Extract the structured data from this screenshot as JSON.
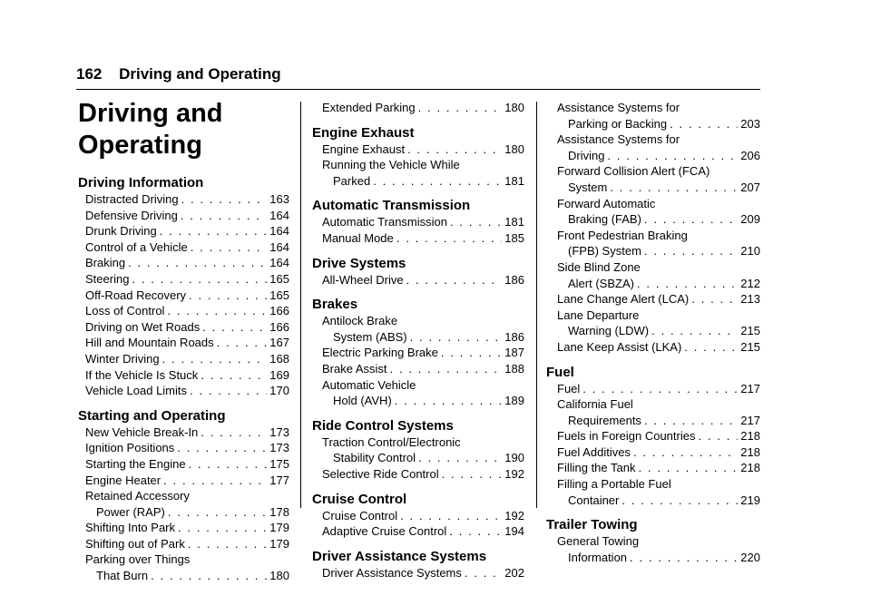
{
  "header": {
    "page_number": "162",
    "title": "Driving and Operating"
  },
  "chapter_title": "Driving and Operating",
  "columns": [
    [
      {
        "section": "Driving Information",
        "entries": [
          {
            "text": "Distracted Driving",
            "page": "163"
          },
          {
            "text": "Defensive Driving",
            "page": "164"
          },
          {
            "text": "Drunk Driving",
            "page": "164"
          },
          {
            "text": "Control of a Vehicle",
            "page": "164"
          },
          {
            "text": "Braking",
            "page": "164"
          },
          {
            "text": "Steering",
            "page": "165"
          },
          {
            "text": "Off-Road Recovery",
            "page": "165"
          },
          {
            "text": "Loss of Control",
            "page": "166"
          },
          {
            "text": "Driving on Wet Roads",
            "page": "166"
          },
          {
            "text": "Hill and Mountain Roads",
            "page": "167"
          },
          {
            "text": "Winter Driving",
            "page": "168"
          },
          {
            "text": "If the Vehicle Is Stuck",
            "page": "169"
          },
          {
            "text": "Vehicle Load Limits",
            "page": "170"
          }
        ]
      },
      {
        "section": "Starting and Operating",
        "entries": [
          {
            "text": "New Vehicle Break-In",
            "page": "173"
          },
          {
            "text": "Ignition Positions",
            "page": "173"
          },
          {
            "text": "Starting the Engine",
            "page": "175"
          },
          {
            "text": "Engine Heater",
            "page": "177"
          },
          {
            "first": "Retained Accessory",
            "text": "Power (RAP)",
            "page": "178"
          },
          {
            "text": "Shifting Into Park",
            "page": "179"
          },
          {
            "text": "Shifting out of Park",
            "page": "179"
          },
          {
            "first": "Parking over Things",
            "text": "That Burn",
            "page": "180"
          }
        ]
      }
    ],
    [
      {
        "section": "",
        "entries": [
          {
            "text": "Extended Parking",
            "page": "180"
          }
        ]
      },
      {
        "section": "Engine Exhaust",
        "entries": [
          {
            "text": "Engine Exhaust",
            "page": "180"
          },
          {
            "first": "Running the Vehicle While",
            "text": "Parked",
            "page": "181"
          }
        ]
      },
      {
        "section": "Automatic Transmission",
        "entries": [
          {
            "text": "Automatic Transmission",
            "page": "181"
          },
          {
            "text": "Manual Mode",
            "page": "185"
          }
        ]
      },
      {
        "section": "Drive Systems",
        "entries": [
          {
            "text": "All-Wheel Drive",
            "page": "186"
          }
        ]
      },
      {
        "section": "Brakes",
        "entries": [
          {
            "first": "Antilock Brake",
            "text": "System (ABS)",
            "page": "186"
          },
          {
            "text": "Electric Parking Brake",
            "page": "187"
          },
          {
            "text": "Brake Assist",
            "page": "188"
          },
          {
            "first": "Automatic Vehicle",
            "text": "Hold (AVH)",
            "page": "189"
          }
        ]
      },
      {
        "section": "Ride Control Systems",
        "entries": [
          {
            "first": "Traction Control/Electronic",
            "text": "Stability Control",
            "page": "190"
          },
          {
            "text": "Selective Ride Control",
            "page": "192"
          }
        ]
      },
      {
        "section": "Cruise Control",
        "entries": [
          {
            "text": "Cruise Control",
            "page": "192"
          },
          {
            "text": "Adaptive Cruise Control",
            "page": "194"
          }
        ]
      },
      {
        "section": "Driver Assistance Systems",
        "entries": [
          {
            "text": "Driver Assistance Systems",
            "page": "202"
          }
        ]
      }
    ],
    [
      {
        "section": "",
        "entries": [
          {
            "first": "Assistance Systems for",
            "text": "Parking or Backing",
            "page": "203"
          },
          {
            "first": "Assistance Systems for",
            "text": "Driving",
            "page": "206"
          },
          {
            "first": "Forward Collision Alert (FCA)",
            "text": "System",
            "page": "207"
          },
          {
            "first": "Forward Automatic",
            "text": "Braking (FAB)",
            "page": "209"
          },
          {
            "first": "Front Pedestrian Braking",
            "text": "(FPB) System",
            "page": "210"
          },
          {
            "first": "Side Blind Zone",
            "text": "Alert (SBZA)",
            "page": "212"
          },
          {
            "text": "Lane Change Alert (LCA)",
            "page": "213"
          },
          {
            "first": "Lane Departure",
            "text": "Warning (LDW)",
            "page": "215"
          },
          {
            "text": "Lane Keep Assist (LKA)",
            "page": "215"
          }
        ]
      },
      {
        "section": "Fuel",
        "entries": [
          {
            "text": "Fuel",
            "page": "217"
          },
          {
            "first": "California Fuel",
            "text": "Requirements",
            "page": "217"
          },
          {
            "text": "Fuels in Foreign Countries",
            "page": "218"
          },
          {
            "text": "Fuel Additives",
            "page": "218"
          },
          {
            "text": "Filling the Tank",
            "page": "218"
          },
          {
            "first": "Filling a Portable Fuel",
            "text": "Container",
            "page": "219"
          }
        ]
      },
      {
        "section": "Trailer Towing",
        "entries": [
          {
            "first": "General Towing",
            "text": "Information",
            "page": "220"
          }
        ]
      }
    ]
  ]
}
